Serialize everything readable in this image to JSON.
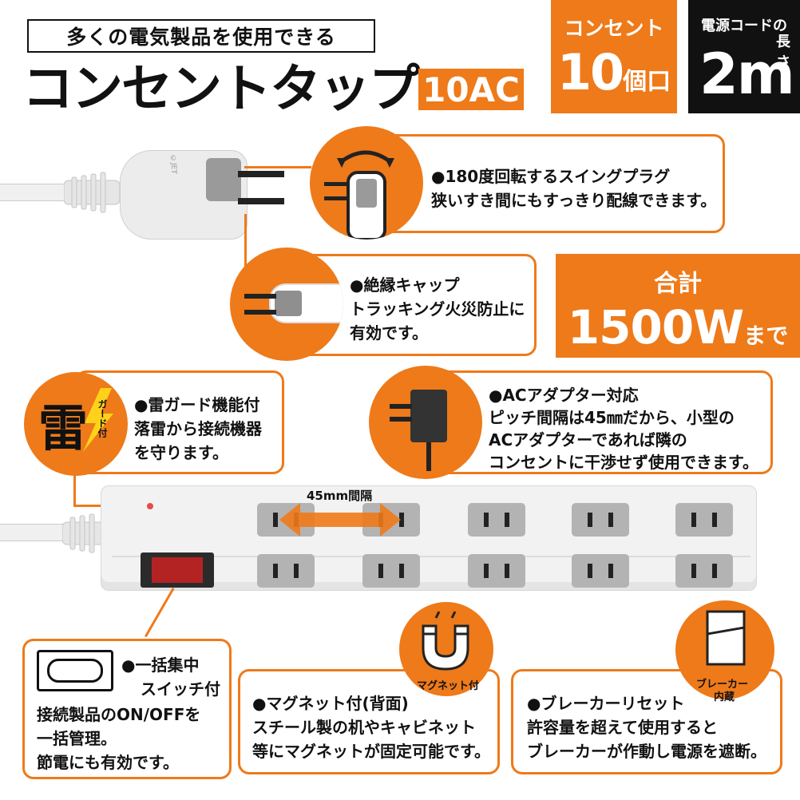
{
  "header": {
    "tagline": "多くの電気製品を使用できる",
    "title": "コンセントタップ",
    "ac_badge": "10AC",
    "outlet_label": "コンセント",
    "outlet_count": "10",
    "outlet_unit": "個口",
    "cord_label_1": "電源コードの",
    "cord_label_2": "長さ",
    "cord_length": "2m"
  },
  "plug": {
    "brand": "©JET",
    "swing_line1": "●180度回転するスイングプラグ",
    "swing_line2": "狭いすき間にもすっきり配線できます。",
    "cap_line1": "●絶縁キャップ",
    "cap_line2": "トラッキング火災防止に",
    "cap_line3": "有効です。"
  },
  "total": {
    "label": "合計",
    "value": "1500W",
    "unit": "まで"
  },
  "lightning": {
    "badge_char": "雷",
    "badge_sub": "ガード付",
    "line1": "●雷ガード機能付",
    "line2": "落雷から接続機器",
    "line3": "を守ります。"
  },
  "adapter": {
    "line1": "●ACアダプター対応",
    "line2": "ピッチ間隔は45㎜だから、小型の",
    "line3": "ACアダプターであれば隣の",
    "line4": "コンセントに干渉せず使用できます。"
  },
  "strip": {
    "spacing_label": "45mm間隔"
  },
  "switch_feature": {
    "line1": "●一括集中",
    "line2": "スイッチ付",
    "line3": "接続製品のON/OFFを",
    "line4": "一括管理。",
    "line5": "節電にも有効です。"
  },
  "magnet": {
    "badge": "マグネット付",
    "line1": "●マグネット付(背面)",
    "line2": "スチール製の机やキャビネット",
    "line3": "等にマグネットが固定可能です。"
  },
  "breaker": {
    "badge1": "ブレーカー",
    "badge2": "内蔵",
    "line1": "●ブレーカーリセット",
    "line2": "許容量を超えて使用すると",
    "line3": "ブレーカーが作動し電源を遮断。"
  },
  "colors": {
    "accent": "#ee7a1a",
    "dark": "#111111",
    "white": "#ffffff"
  }
}
